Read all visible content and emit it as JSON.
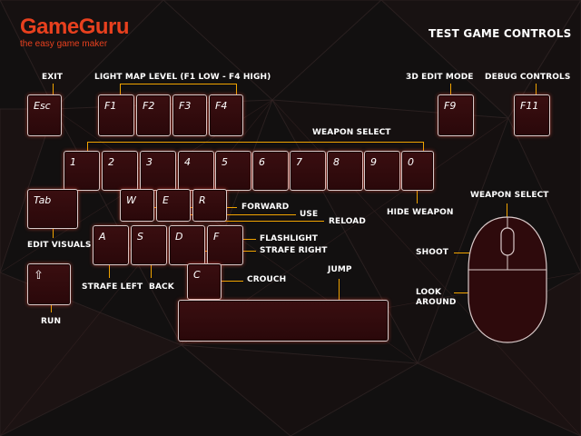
{
  "header": {
    "brand": "GameGuru",
    "tagline": "the easy game maker",
    "title": "TEST GAME CONTROLS"
  },
  "keys": {
    "esc": "Esc",
    "f1": "F1",
    "f2": "F2",
    "f3": "F3",
    "f4": "F4",
    "f9": "F9",
    "f11": "F11",
    "n1": "1",
    "n2": "2",
    "n3": "3",
    "n4": "4",
    "n5": "5",
    "n6": "6",
    "n7": "7",
    "n8": "8",
    "n9": "9",
    "n0": "0",
    "tab": "Tab",
    "w": "W",
    "e": "E",
    "r": "R",
    "a": "A",
    "s": "S",
    "d": "D",
    "f": "F",
    "shift": "⇧",
    "c": "C"
  },
  "labels": {
    "exit": "EXIT",
    "light_map": "LIGHT MAP LEVEL (F1 LOW - F4 HIGH)",
    "edit_mode": "3D EDIT MODE",
    "debug": "DEBUG CONTROLS",
    "weapon_select": "WEAPON SELECT",
    "forward": "FORWARD",
    "use": "USE",
    "reload": "RELOAD",
    "hide_weapon": "HIDE WEAPON",
    "edit_visuals": "EDIT VISUALS",
    "flashlight": "FLASHLIGHT",
    "strafe_right": "STRAFE RIGHT",
    "strafe_left": "STRAFE LEFT",
    "back": "BACK",
    "crouch": "CROUCH",
    "jump": "JUMP",
    "run": "RUN",
    "mouse_weapon_select": "WEAPON SELECT",
    "shoot": "SHOOT",
    "look": "LOOK",
    "around": "AROUND"
  },
  "colors": {
    "accent": "#e8401e",
    "line": "#f0a300",
    "key_fill": "#2e0a0c",
    "background": "#111111"
  }
}
